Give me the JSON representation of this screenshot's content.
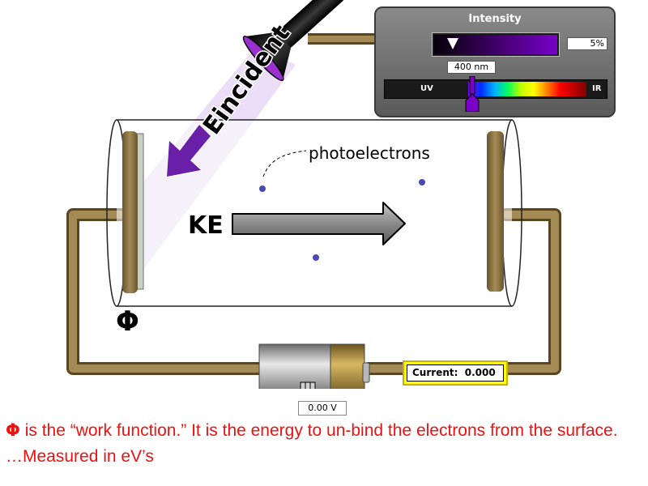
{
  "intensity_panel": {
    "title": "Intensity",
    "intensity_value": "5%",
    "intensity_level_percent": 5,
    "wavelength": "400 nm",
    "uv_label": "UV",
    "ir_label": "IR"
  },
  "labels": {
    "incident": "Eincident",
    "photoelectrons": "photoelectrons",
    "ke": "KE",
    "phi": "Φ"
  },
  "battery": {
    "voltage": "0.00 V"
  },
  "current_meter": {
    "label": "Current:",
    "value": "0.000"
  },
  "caption": {
    "symbol": "Φ",
    "text": " is the “work function.” It is the energy to un-bind the electrons from the surface. …Measured in eV’s"
  },
  "colors": {
    "wire": "#8f7440",
    "light_beam": "#e8d8f5",
    "arrow_purple": "#6a1fa8",
    "electron": "#4a4ab0",
    "caption_red": "#ee1111",
    "meter_yellow": "#ffff00"
  },
  "icons": {
    "lamp": "flashlight-lamp-icon",
    "battery": "battery-icon"
  }
}
